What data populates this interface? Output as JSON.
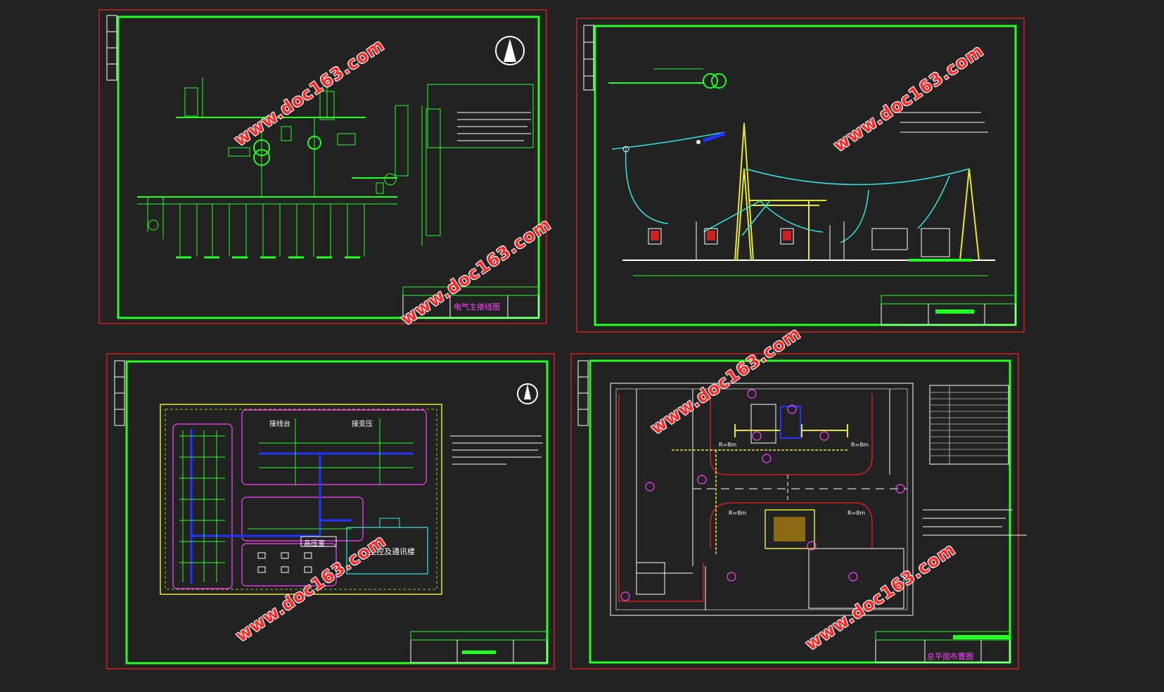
{
  "sheets": [
    {
      "title": "电气主接线图"
    },
    {
      "title": ""
    },
    {
      "title": "",
      "labels": [
        "接线台",
        "接变压",
        "高压室",
        "主控及通讯楼"
      ]
    },
    {
      "title": "总平面布置图",
      "roads": [
        "R=8m",
        "R=8m",
        "R=8m",
        "R=8m"
      ]
    }
  ],
  "watermark": "www.doc163.com",
  "colors": {
    "frame_green": "#22ff22",
    "paper_border": "#cc2222",
    "cyan": "#33e6e6",
    "yellow": "#e6e633",
    "magenta": "#ff44ff",
    "blue": "#2233ff",
    "white": "#ffffff",
    "background": "#222222"
  }
}
